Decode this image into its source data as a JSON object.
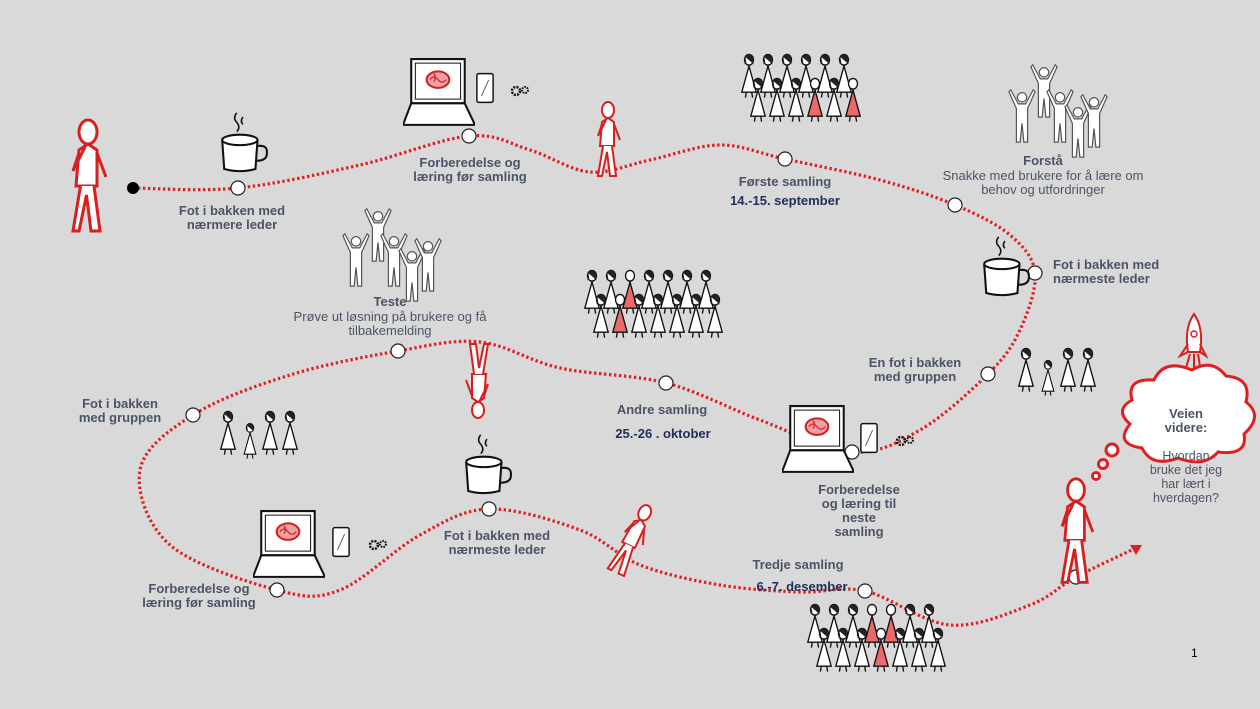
{
  "colors": {
    "path": "#e02020",
    "background": "#d9d9d9",
    "label": "#4b5466",
    "date": "#1f2d5a"
  },
  "stops": [
    {
      "title": "Fot i bakken med\nnærmere leder",
      "icon": "coffee-cup-icon"
    },
    {
      "title": "Forberedelse og\nlæring før samling",
      "icon": "laptop-brain-icon"
    },
    {
      "title": "Første samling",
      "date": "14.-15. september",
      "icon": "crowd-icon"
    },
    {
      "title": "Forstå",
      "text": "Snakke med brukere for å lære om\nbehov og utfordringer",
      "icon": "cheering-people-icon"
    },
    {
      "title": "Fot i bakken med\nnærmeste leder",
      "icon": "coffee-cup-icon"
    },
    {
      "title": "En fot i bakken\nmed gruppen",
      "icon": "small-group-icon"
    },
    {
      "title": "Forberedelse\nog læring til\nneste\nsamling",
      "icon": "laptop-brain-icon"
    },
    {
      "title": "Andre samling",
      "date": "25.-26 . oktober",
      "icon": "crowd-icon"
    },
    {
      "title": "Teste",
      "text": "Prøve ut løsning på brukere og få\ntilbakemelding",
      "icon": "cheering-people-icon"
    },
    {
      "title": "Fot i bakken\nmed gruppen",
      "icon": "small-group-icon"
    },
    {
      "title": "Forberedelse og\nlæring før samling",
      "icon": "laptop-brain-icon"
    },
    {
      "title": "Fot i bakken med\nnærmeste leder",
      "icon": "coffee-cup-icon"
    },
    {
      "title": "Tredje samling",
      "date": "6.-7. desember",
      "icon": "crowd-icon"
    }
  ],
  "cloud": {
    "title": "Veien videre:",
    "text": "Hvordan bruke det jeg\nhar lært i hverdagen?"
  },
  "page_number": "1"
}
